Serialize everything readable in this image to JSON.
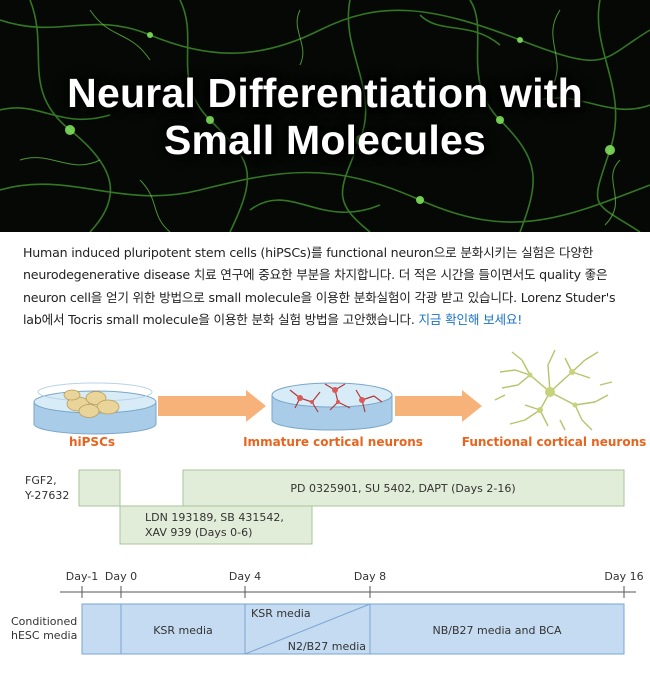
{
  "hero": {
    "title_line1": "Neural Differentiation with",
    "title_line2": "Small Molecules"
  },
  "intro": {
    "text": "Human induced pluripotent stem cells (hiPSCs)를 functional neuron으로 분화시키는 실험은 다양한 neurodegenerative disease 치료 연구에 중요한 부분을 차지합니다. 더 적은 시간을 들이면서도 quality 좋은 neuron cell을 얻기 위한 방법으로 small molecule을 이용한 분화실험이 각광 받고 있습니다. Lorenz Studer's lab에서 Tocris small molecule을 이용한 분화 실험 방법을 고안했습니다. ",
    "link": "지금 확인해 보세요!"
  },
  "stages": [
    {
      "label": "hiPSCs",
      "icon": "culture-dish-cells-icon"
    },
    {
      "label": "Immature cortical neurons",
      "icon": "culture-dish-neurons-icon"
    },
    {
      "label": "Functional cortical neurons",
      "icon": "mature-neuron-icon"
    }
  ],
  "colors": {
    "stage_label": "#e8641e",
    "arrow": "#f7b27a",
    "treatment_fill": "#e2edd9",
    "treatment_stroke": "#a9c39b",
    "media_fill": "#c5dbf1",
    "media_stroke": "#7aa6d3",
    "link": "#1a73c9"
  },
  "treatments": {
    "fgf2": {
      "line1": "FGF2,",
      "line2": "Y-27632"
    },
    "ldn": {
      "line1": "LDN 193189, SB 431542,",
      "line2": "XAV 939 (Days 0-6)"
    },
    "pd": {
      "label": "PD 0325901, SU 5402, DAPT (Days 2-16)"
    }
  },
  "timeline": {
    "ticks": [
      "Day-1",
      "Day 0",
      "Day 4",
      "Day 8",
      "Day 16"
    ]
  },
  "media": {
    "row_label_line1": "Conditioned",
    "row_label_line2": "hESC media",
    "ksr": "KSR media",
    "transition_top": "KSR media",
    "transition_bottom": "N2/B27 media",
    "nb": "NB/B27 media and BCA"
  }
}
